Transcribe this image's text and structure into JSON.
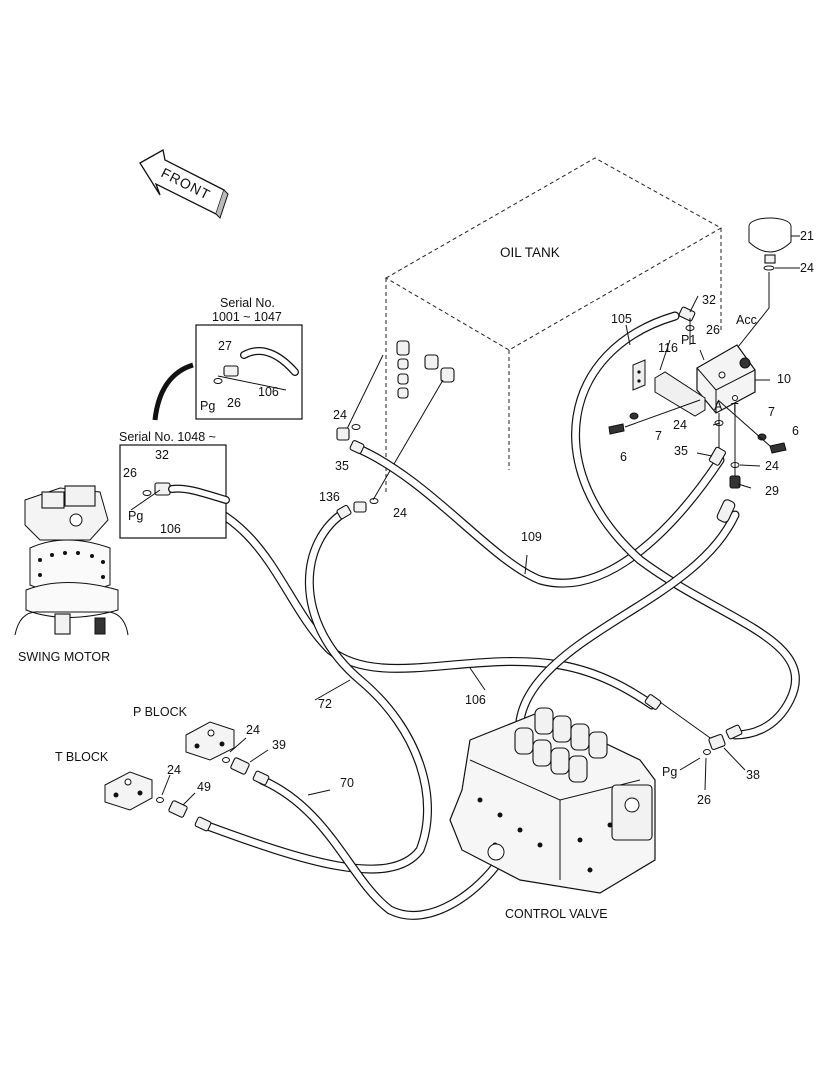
{
  "direction_arrow": "FRONT",
  "components": {
    "oil_tank": "OIL TANK",
    "swing_motor": "SWING MOTOR",
    "control_valve": "CONTROL VALVE",
    "p_block": "P BLOCK",
    "t_block": "T BLOCK"
  },
  "serial_box_a": {
    "title_line1": "Serial No.",
    "title_line2": "1001 ~ 1047"
  },
  "serial_box_b": {
    "title": "Serial No. 1048 ~"
  },
  "port_labels": {
    "acc": "Acc",
    "p1": "P1",
    "a": "A",
    "t": "T",
    "pg1": "Pg",
    "pg2": "Pg",
    "pg3": "Pg"
  },
  "part_numbers": {
    "n21": "21",
    "n24_acc": "24",
    "n32_top": "32",
    "n26_top": "26",
    "n105": "105",
    "n116": "116",
    "n10": "10",
    "n7a": "7",
    "n7b": "7",
    "n6a": "6",
    "n6b": "6",
    "n24_mid": "24",
    "n35_right": "35",
    "n24_right": "24",
    "n29": "29",
    "n24_tank": "24",
    "n35_left": "35",
    "n136": "136",
    "n24_136": "24",
    "n109": "109",
    "n27": "27",
    "n26_boxa": "26",
    "n106_boxa": "106",
    "n26_boxb": "26",
    "n32_boxb": "32",
    "n106_boxb": "106",
    "n106_main": "106",
    "n72": "72",
    "n70": "70",
    "n24_p": "24",
    "n39": "39",
    "n24_t": "24",
    "n49": "49",
    "n38": "38",
    "n26_cv": "26"
  }
}
